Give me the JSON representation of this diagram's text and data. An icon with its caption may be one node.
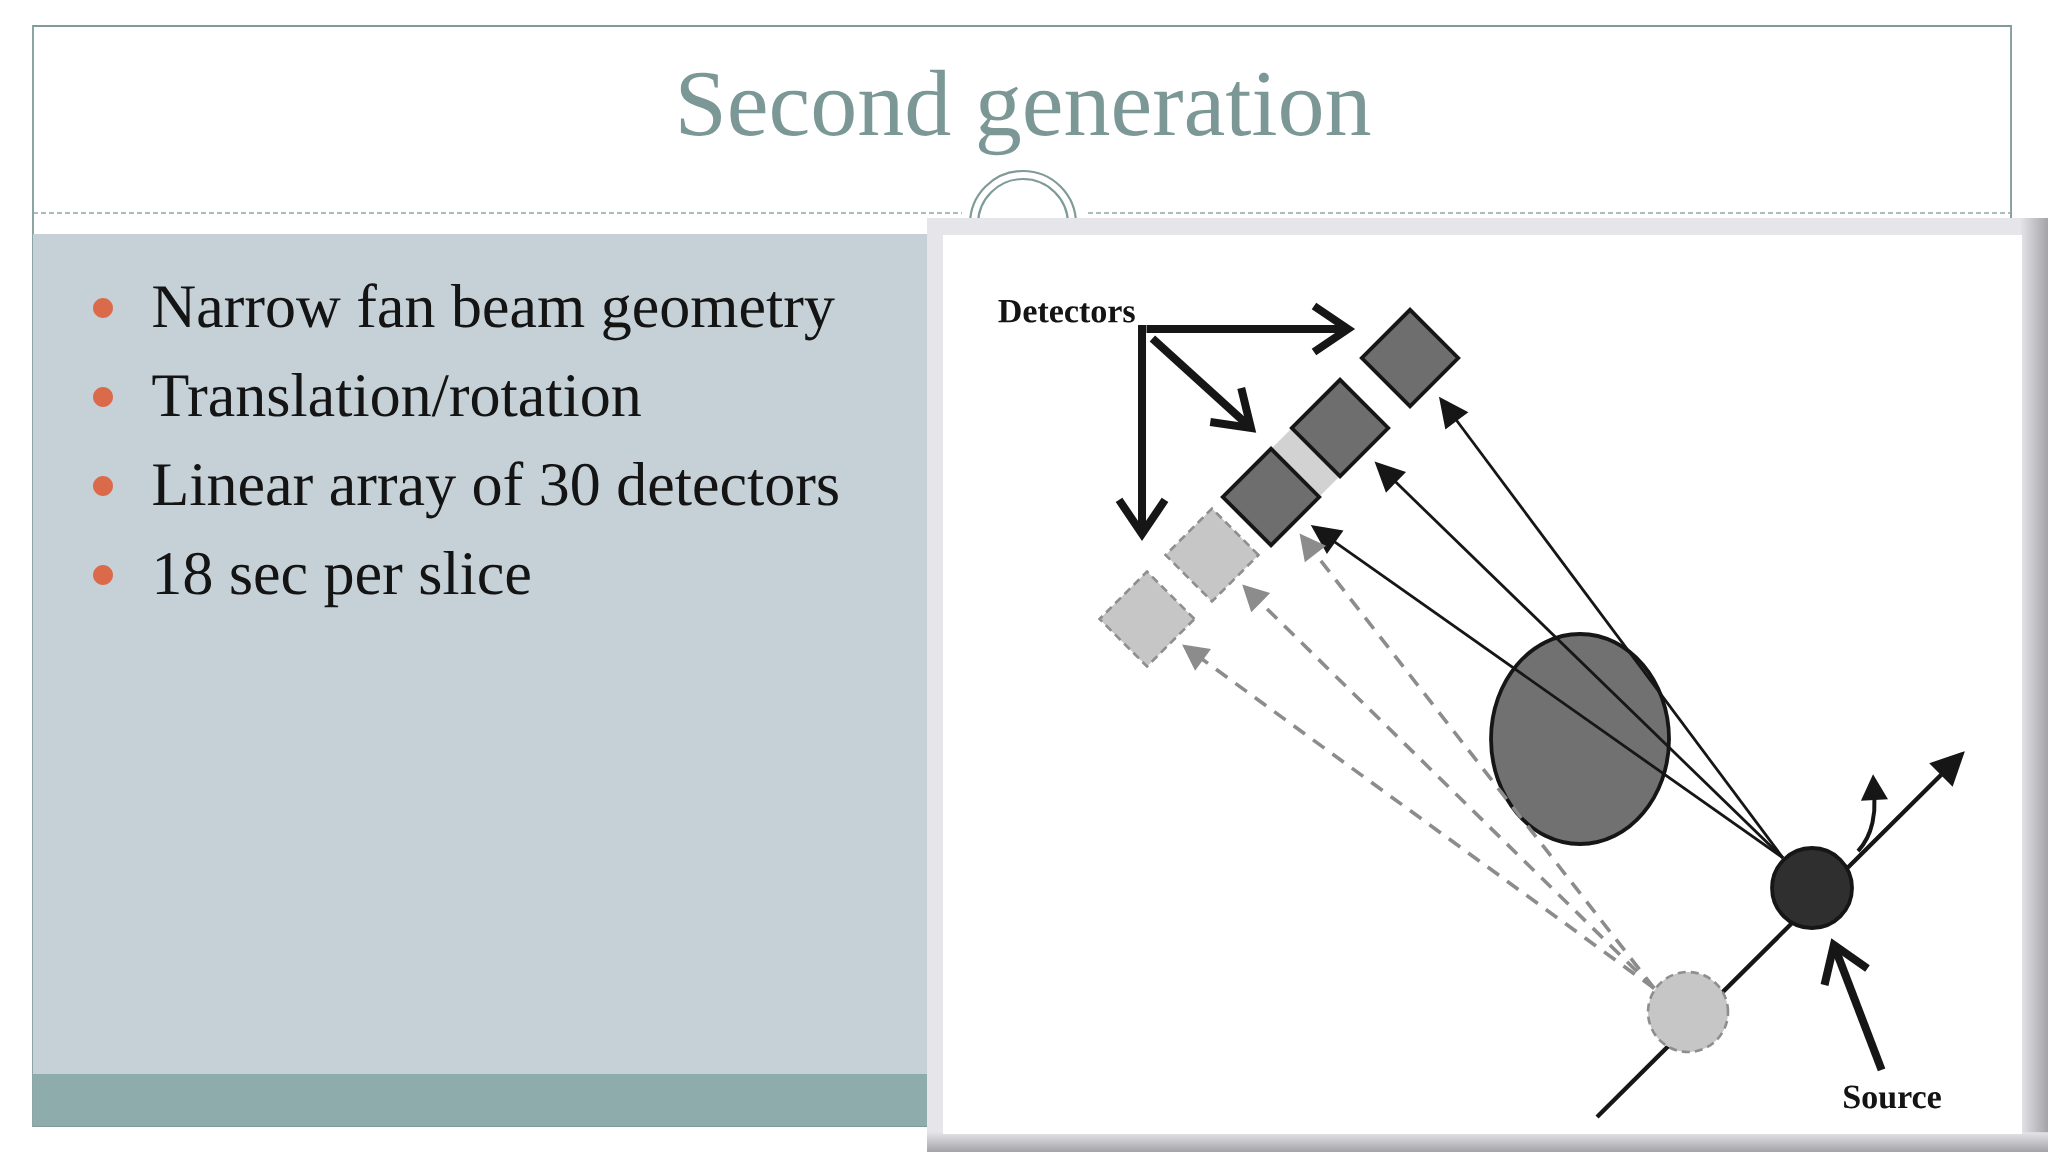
{
  "diagram": {
    "title": "Second generation",
    "nodes": [
      {
        "text": [
          "Detectors"
        ]
      },
      {
        "text": [],
        "shape": "diamond"
      },
      {
        "text": [],
        "shape": "diamond"
      },
      {
        "text": [],
        "shape": "diamond"
      },
      {
        "text": [],
        "shape": "diamond"
      },
      {
        "text": [],
        "shape": "diamond"
      },
      {
        "text": [],
        "shape": "circle"
      },
      {
        "text": [],
        "shape": "circle"
      },
      {
        "text": [
          "Source"
        ]
      }
    ],
    "edges": [
      {
        "from": 0,
        "to": 1,
        "arrow": "to",
        "style": "thick"
      },
      {
        "from": 0,
        "to": 3,
        "arrow": "to",
        "style": "thick"
      },
      {
        "from": 0,
        "to": 4,
        "arrow": "to",
        "style": "thick"
      },
      {
        "from": 6,
        "to": 1,
        "arrow": "to"
      },
      {
        "from": 6,
        "to": 2,
        "arrow": "to"
      },
      {
        "from": 6,
        "to": 3,
        "arrow": "to"
      },
      {
        "from": 7,
        "to": 5,
        "arrow": "to",
        "style": "dashed",
        "color": "#8c8c8c"
      },
      {
        "from": 7,
        "to": 4,
        "arrow": "to",
        "style": "dashed",
        "color": "#8c8c8c"
      },
      {
        "from": 7,
        "to": 3,
        "arrow": "to",
        "style": "dashed",
        "color": "#8c8c8c"
      },
      {
        "from": 8,
        "to": 6,
        "arrow": "to",
        "style": "thick"
      }
    ],
    "labels": [
      "Narrow fan beam geometry",
      "Translation/rotation",
      "Linear array of 30 detectors",
      "18 sec per slice"
    ]
  }
}
